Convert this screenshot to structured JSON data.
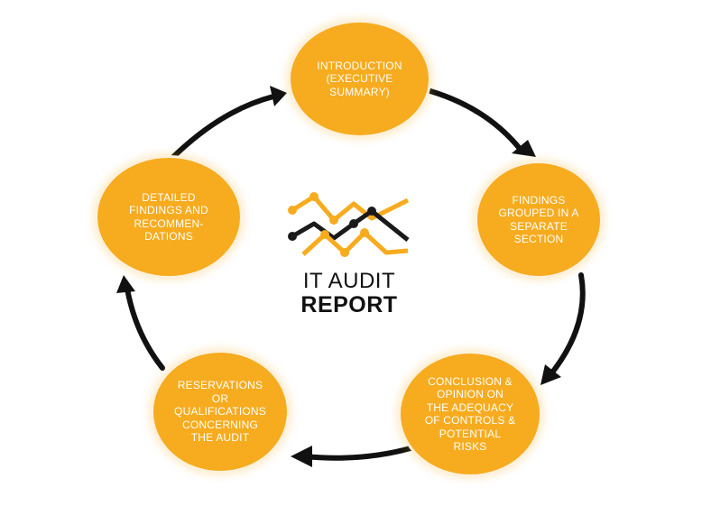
{
  "colors": {
    "node_fill": "#f7ab1e",
    "arrow": "#111111",
    "logo_dark": "#1a1a1a",
    "logo_accent": "#f7ab1e",
    "node_text": "#ffffff"
  },
  "center": {
    "title": "IT AUDIT",
    "subtitle": "REPORT",
    "logo_icon": "line-chart-icon"
  },
  "nodes": [
    {
      "id": "intro",
      "lines": [
        "INTRODUCTION",
        "(EXECUTIVE",
        "SUMMARY)"
      ]
    },
    {
      "id": "findings",
      "lines": [
        "FINDINGS",
        "GROUPED IN A",
        "SEPARATE",
        "SECTION"
      ]
    },
    {
      "id": "conclusion",
      "lines": [
        "CONCLUSION &",
        "OPINION ON",
        "THE ADEQUACY",
        "OF CONTROLS &",
        "POTENTIAL",
        "RISKS"
      ]
    },
    {
      "id": "reservations",
      "lines": [
        "RESERVATIONS",
        "OR",
        "QUALIFICATIONS",
        "CONCERNING",
        "THE AUDIT"
      ]
    },
    {
      "id": "detailed",
      "lines": [
        "DETAILED",
        "FINDINGS AND",
        "RECOMMEN-",
        "DATIONS"
      ]
    }
  ],
  "flow": [
    "intro",
    "findings",
    "conclusion",
    "reservations",
    "detailed",
    "intro"
  ]
}
